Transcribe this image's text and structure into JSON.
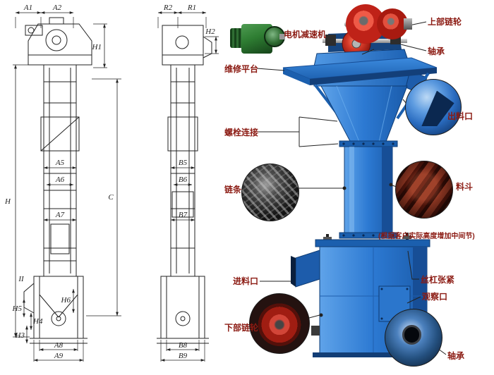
{
  "left_view": {
    "name": "front view drawing",
    "dims": {
      "a1": "A1",
      "a2": "A2",
      "h1": "H1",
      "a5": "A5",
      "a6": "A6",
      "a7": "A7",
      "h": "H",
      "c": "C",
      "ii": "II",
      "h5": "H5",
      "h4": "H4",
      "h3": "H3",
      "h6": "H6",
      "a8": "A8",
      "a9": "A9"
    }
  },
  "side_view": {
    "name": "side view drawing",
    "dims": {
      "r2": "R2",
      "r1": "R1",
      "h2": "H2",
      "b5": "B5",
      "b6": "B6",
      "b7": "B7",
      "b8": "B8",
      "b9": "B9"
    }
  },
  "callouts": {
    "motor_reducer": "电机减速机",
    "upper_sprocket": "上部链轮",
    "bearing_top": "轴承",
    "maintenance_platform": "维修平台",
    "discharge_outlet": "出料口",
    "bolt_connection": "螺栓连接",
    "chain": "链条",
    "bucket": "料斗",
    "middle_section_note": "(根据客户实际高度增加中间节)",
    "feed_inlet": "进料口",
    "screw_tension": "丝杠张紧",
    "inspection_window": "观察口",
    "lower_sprocket": "下部链轮",
    "bearing_bottom": "轴承"
  },
  "colors": {
    "label_text": "#8b1a12",
    "machine_blue": "#2374d0",
    "machine_blue_dark": "#174e96",
    "drawing_line": "#222222",
    "sprocket_red": "#c0271c",
    "gearbox_green": "#2e7d32",
    "background": "#ffffff"
  }
}
